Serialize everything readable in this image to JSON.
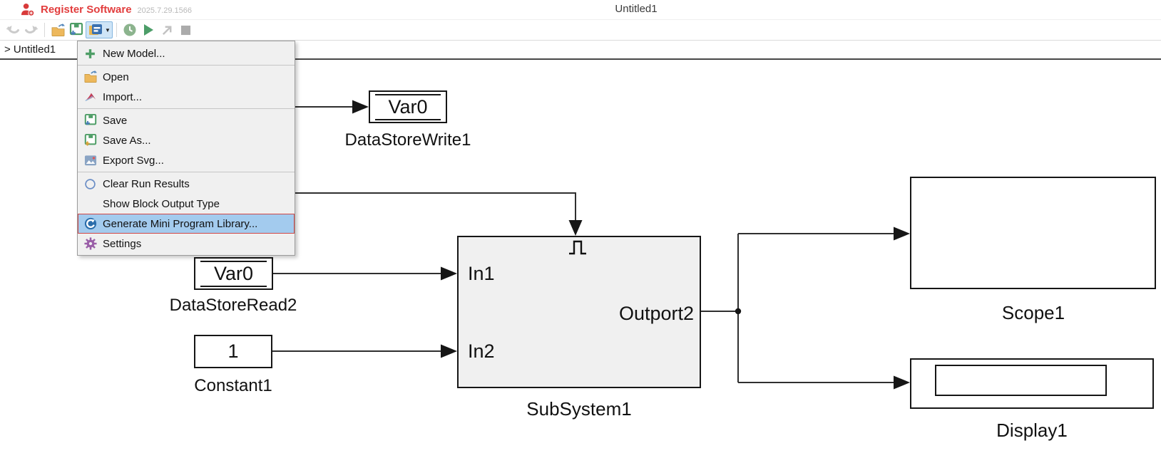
{
  "titlebar": {
    "app_name": "Register Software",
    "version": "2025.7.29.1566",
    "document_title": "Untitled1",
    "app_icon": "person-add-icon",
    "brand_color": "#e23d3d"
  },
  "toolbar": {
    "buttons": [
      {
        "name": "undo",
        "icon": "undo-icon",
        "enabled": false
      },
      {
        "name": "redo",
        "icon": "redo-icon",
        "enabled": false
      },
      {
        "name": "open",
        "icon": "open-folder-icon",
        "enabled": true
      },
      {
        "name": "save",
        "icon": "save-icon",
        "enabled": true
      },
      {
        "name": "file-menu",
        "icon": "file-menu-icon",
        "enabled": true,
        "active": true
      },
      {
        "name": "history",
        "icon": "clock-icon",
        "enabled": true
      },
      {
        "name": "run",
        "icon": "play-icon",
        "enabled": true
      },
      {
        "name": "step-out",
        "icon": "arrow-up-right-icon",
        "enabled": false
      },
      {
        "name": "stop",
        "icon": "stop-square-icon",
        "enabled": false
      }
    ]
  },
  "breadcrumb": {
    "text": "> Untitled1"
  },
  "menu": {
    "highlight_color": "#a3cbee",
    "highlight_border_color": "#cf4747",
    "items": [
      {
        "label": "New Model...",
        "icon": "plus-icon"
      },
      {
        "label": "Open",
        "icon": "open-folder-icon"
      },
      {
        "label": "Import...",
        "icon": "import-icon"
      },
      {
        "label": "Save",
        "icon": "save-icon"
      },
      {
        "label": "Save As...",
        "icon": "save-as-icon"
      },
      {
        "label": "Export Svg...",
        "icon": "export-image-icon"
      },
      {
        "label": "Clear Run Results",
        "icon": "circle-outline-icon"
      },
      {
        "label": "Show Block Output Type",
        "icon": null
      },
      {
        "label": "Generate Mini Program Library...",
        "icon": "generate-library-icon",
        "highlighted": true
      },
      {
        "label": "Settings",
        "icon": "gear-icon"
      }
    ]
  },
  "canvas": {
    "blocks": {
      "data_store_write1": {
        "value": "Var0",
        "label": "DataStoreWrite1"
      },
      "data_store_read2": {
        "value": "Var0",
        "label": "DataStoreRead2"
      },
      "constant1": {
        "value": "1",
        "label": "Constant1"
      },
      "subsystem1": {
        "label": "SubSystem1",
        "port_in1": "In1",
        "port_in2": "In2",
        "port_out": "Outport2"
      },
      "scope1": {
        "label": "Scope1"
      },
      "display1": {
        "label": "Display1"
      }
    }
  }
}
